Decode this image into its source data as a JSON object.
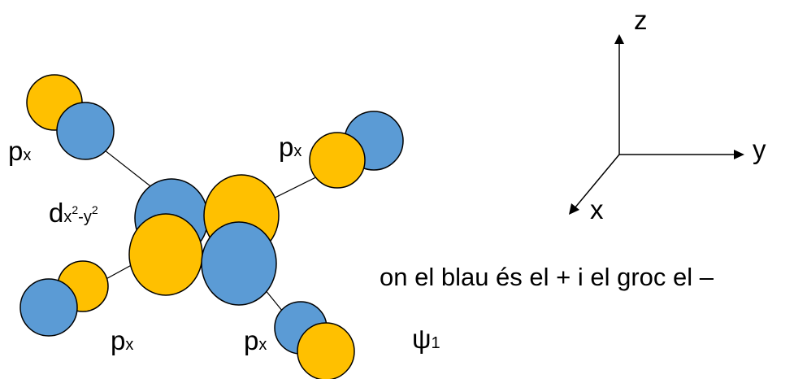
{
  "colors": {
    "blue": "#5B9BD5",
    "yellow": "#FFC000",
    "outline": "#000000",
    "background": "#FFFFFF"
  },
  "labels": {
    "p": "p",
    "x_sub": "x",
    "d": "d",
    "dx": "x",
    "dsup1": "2",
    "dash": "-y",
    "dsup2": "2"
  },
  "axes": {
    "z": "z",
    "y": "y",
    "x": "x"
  },
  "caption": "on el blau és el +  i el groc el –",
  "psi": "ψ",
  "psi_sub": "1"
}
